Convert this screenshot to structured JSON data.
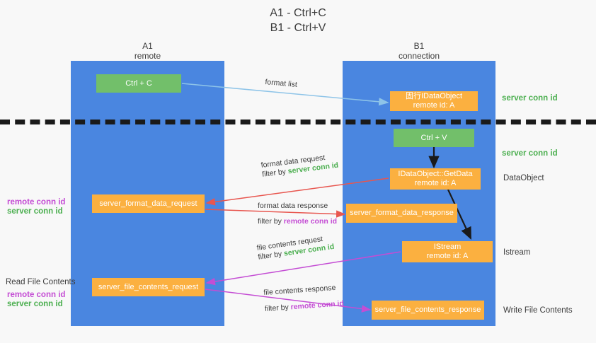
{
  "title": {
    "line1": "A1 - Ctrl+C",
    "line2": "B1 - Ctrl+V"
  },
  "columns": [
    {
      "name": "A1",
      "sub": "remote"
    },
    {
      "name": "B1",
      "sub": "connection"
    }
  ],
  "nodes": {
    "ctrl_c": "Ctrl + C",
    "ctrl_v": "Ctrl + V",
    "idataobject_l1": "固行IDataObject",
    "idataobject_l2": "remote id: A",
    "getdata_l1": "IDataObject::GetData",
    "getdata_l2": "remote id: A",
    "istream_l1": "IStream",
    "istream_l2": "remote id: A",
    "server_format_data_request": "server_format_data_request",
    "server_format_data_response": "server_format_data_response",
    "server_file_contents_request": "server_file_contents_request",
    "server_file_contents_response": "server_file_contents_response"
  },
  "edges": {
    "format_list": "format list",
    "format_data_request": "format data request",
    "format_data_request_filter_prefix": "filter by ",
    "format_data_request_filter_value": "server conn id",
    "format_data_response": "format data response",
    "format_data_response_filter_prefix": "filter by ",
    "format_data_response_filter_value": "remote conn id",
    "file_contents_request": "file contents request",
    "file_contents_request_filter_prefix": "filter by ",
    "file_contents_request_filter_value": "server conn id",
    "file_contents_response": "file contents response",
    "file_contents_response_filter_prefix": "filter by ",
    "file_contents_response_filter_value": "remote conn id"
  },
  "right_labels": {
    "server_conn_id_top": "server conn id",
    "server_conn_id_mid": "server conn id",
    "dataobject": "DataObject",
    "istream": "Istream",
    "write_file_contents": "Write File Contents"
  },
  "left_labels": {
    "remote_conn_id_upper": "remote conn id",
    "server_conn_id_upper": "server conn id",
    "read_file_contents": "Read File Contents",
    "remote_conn_id_lower": "remote conn id",
    "server_conn_id_lower": "server conn id"
  },
  "colors": {
    "column_blue": "#4a86e0",
    "node_green": "#72bf6a",
    "node_orange": "#fbb040",
    "arrow_lightblue": "#8ec4e8",
    "arrow_red": "#e8564f",
    "arrow_purple": "#c44dd4",
    "arrow_black": "#1a1a1a",
    "text_green": "#4caf50",
    "text_purple": "#c44dd4",
    "background": "#f8f8f8"
  }
}
